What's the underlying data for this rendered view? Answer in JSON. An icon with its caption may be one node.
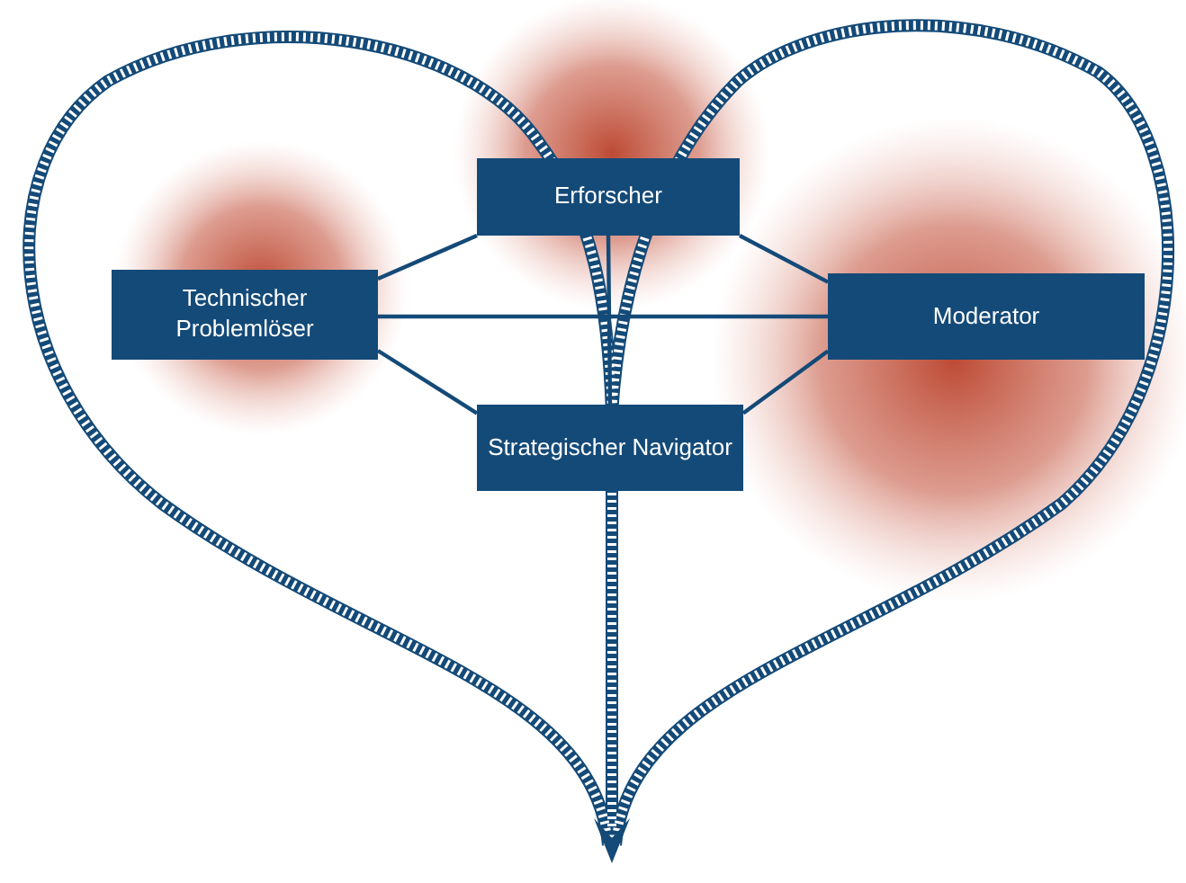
{
  "diagram": {
    "nodes": [
      {
        "text": [
          "Erforscher"
        ]
      },
      {
        "text": [
          "Technischer Problemlöser"
        ]
      },
      {
        "text": [
          "Moderator"
        ]
      },
      {
        "text": [
          "Strategischer Navigator"
        ]
      }
    ],
    "edges": [
      {
        "from": 0,
        "to": 1,
        "arrow": "none"
      },
      {
        "from": 0,
        "to": 2,
        "arrow": "none"
      },
      {
        "from": 1,
        "to": 2,
        "arrow": "none"
      },
      {
        "from": 0,
        "to": 3,
        "arrow": "none"
      },
      {
        "from": 1,
        "to": 3,
        "arrow": "none"
      },
      {
        "from": 2,
        "to": 3,
        "arrow": "none"
      }
    ]
  }
}
